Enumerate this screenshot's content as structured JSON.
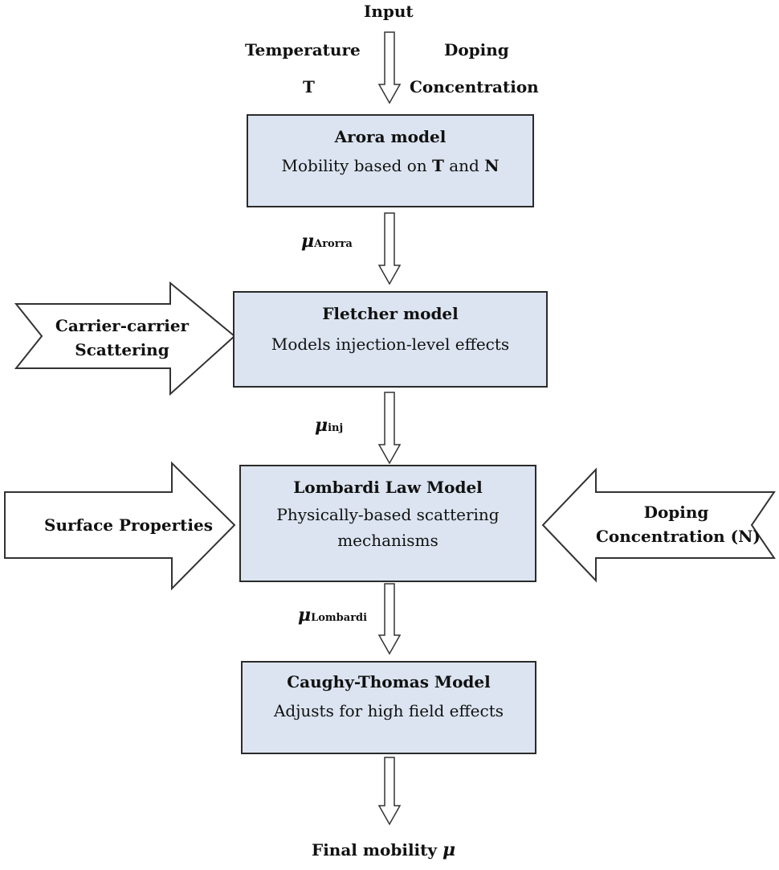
{
  "input": {
    "title": "Input",
    "left_label_line1": "Temperature",
    "left_label_line2": "T",
    "right_label_line1": "Doping",
    "right_label_line2": "Concentration"
  },
  "boxes": {
    "arora": {
      "title": "Arora model",
      "desc_prefix": "Mobility based on ",
      "desc_t": "T",
      "desc_and": " and ",
      "desc_n": "N"
    },
    "fletcher": {
      "title": "Fletcher model",
      "desc": "Models injection-level effects"
    },
    "lombardi": {
      "title": "Lombardi Law Model",
      "desc_line1": "Physically-based scattering",
      "desc_line2": "mechanisms"
    },
    "caughy": {
      "title": "Caughy-Thomas Model",
      "desc": "Adjusts for high field effects"
    }
  },
  "flows": {
    "mu_symbol": "μ",
    "arora_sub": "Arorra",
    "inj_sub": "inj",
    "lombardi_sub": "Lombardi"
  },
  "side_inputs": {
    "carrier_line1": "Carrier-carrier",
    "carrier_line2": "Scattering",
    "surface": "Surface Properties",
    "doping_line1": "Doping",
    "doping_line2": "Concentration (N)"
  },
  "output": {
    "label": "Final mobility ",
    "symbol": "μ"
  }
}
